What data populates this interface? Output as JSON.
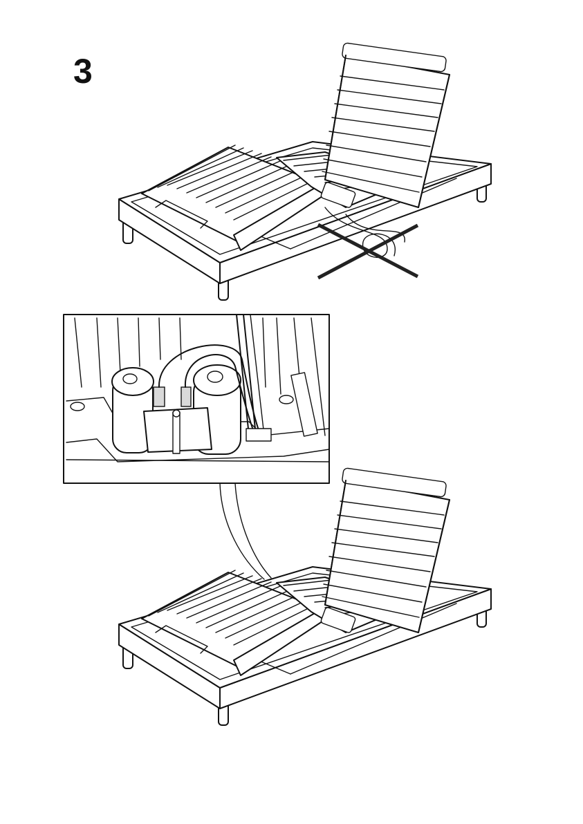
{
  "step": {
    "number": "3"
  },
  "colors": {
    "line": "#111111",
    "background": "#ffffff",
    "prohibition_cross": "#222222"
  },
  "illustrations": [
    {
      "id": "bed-incorrect-cable-routing",
      "marker": "prohibition-cross"
    },
    {
      "id": "motor-cable-detail",
      "marker": "zoom-callout"
    },
    {
      "id": "bed-correct-cable-routing",
      "marker": "none"
    }
  ]
}
